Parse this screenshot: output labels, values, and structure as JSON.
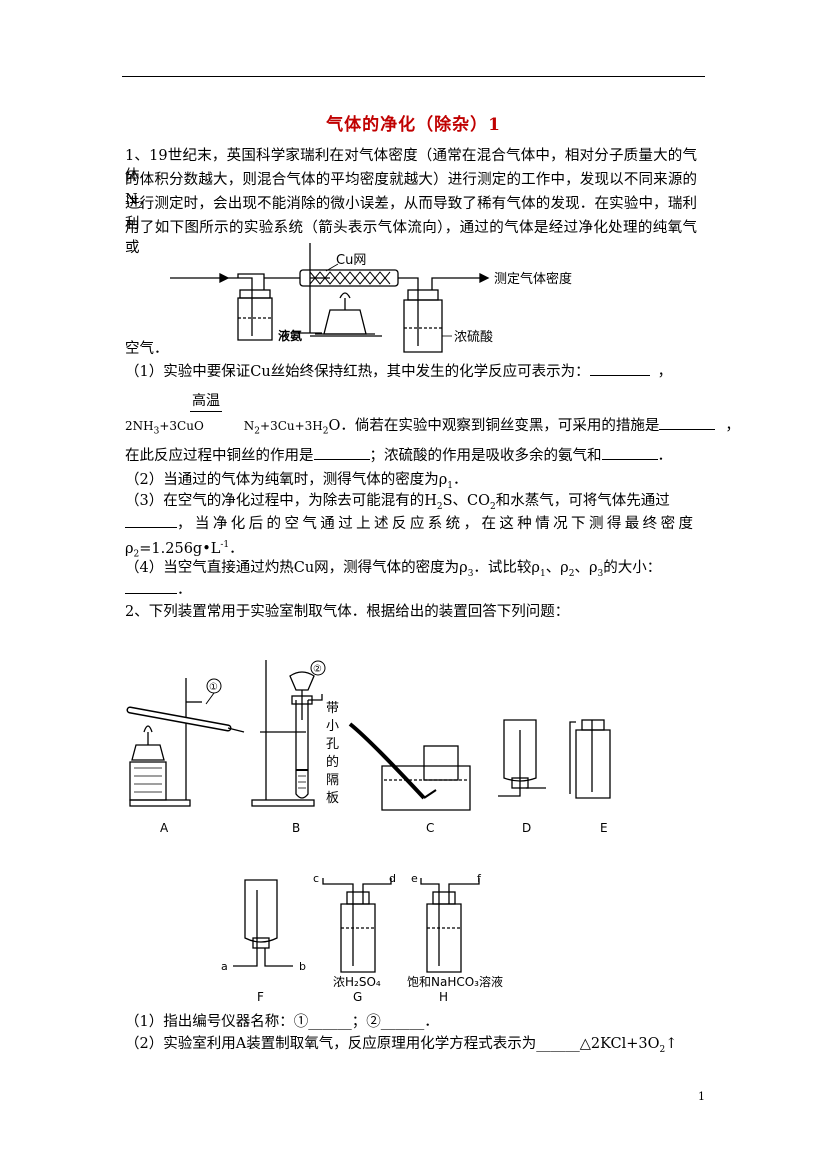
{
  "title": "气体的净化（除杂）1",
  "q1": {
    "l1": "1、19世纪末，英国科学家瑞利在对气体密度（通常在混合气体中，相对分子质量大的气体",
    "l2": "的体积分数越大，则混合气体的平均密度就越大）进行测定的工作中，发现以不同来源的N",
    "l2_sub": "2",
    "l3": "进行测定时，会出现不能消除的微小误差，从而导致了稀有气体的发现．在实验中，瑞利利",
    "l4": "用了如下图所示的实验系统（箭头表示气体流向），通过的气体是经过净化处理的纯氧气或",
    "l5": "空气．",
    "fig": {
      "cu_net": "Cu网",
      "liquid_ammonia": "液氨",
      "conc_h2so4": "浓硫酸",
      "measure_density": "测定气体密度"
    },
    "p1": "（1）实验中要保证Cu丝始终保持红热，其中发生的化学反应可表示为：",
    "p1_end": "，",
    "gaowen": "高温",
    "eq_left": "2NH",
    "eq_left_sub": "3",
    "eq_left2": "+3CuO",
    "eq_right": "N",
    "eq_right_sub1": "2",
    "eq_right2": "+3Cu+3H",
    "eq_right_sub2": "2",
    "eq_right3": "O．倘若在实验中观察到铜丝变黑，可采用的措施是",
    "eq_end": "，",
    "p1b_a": "在此反应过程中铜丝的作用是",
    "p1b_b": "；浓硫酸的作用是吸收多余的氨气和",
    "p1b_c": "．",
    "p2_a": "（2）当通过的气体为纯氧时，测得气体的密度为ρ",
    "p2_sub": "1",
    "p2_b": "．",
    "p3_a": "（3）在空气的净化过程中，为除去可能混有的H",
    "p3_sub1": "2",
    "p3_b": "S、CO",
    "p3_sub2": "2",
    "p3_c": "和水蒸气，可将气体先通过",
    "p3b": "，当净化后的空气通过上述反应系统，在这种情况下测得最终密度",
    "p3c_a": "ρ",
    "p3c_sub": "2",
    "p3c_b": "=1.256g•L",
    "p3c_sup": "-1",
    "p3c_c": "．",
    "p4_a": "（4）当空气直接通过灼热Cu网，测得气体的密度为ρ",
    "p4_sub": "3",
    "p4_b": "．试比较ρ",
    "p4_sub1": "1",
    "p4_c": "、ρ",
    "p4_sub2": "2",
    "p4_d": "、ρ",
    "p4_sub3": "3",
    "p4_e": "的大小：",
    "p4b": "．"
  },
  "q2": {
    "intro": "2、下列装置常用于实验室制取气体．根据给出的装置回答下列问题：",
    "fig": {
      "mark1": "①",
      "mark2": "②",
      "plate_label": [
        "带",
        "小",
        "孔",
        "的",
        "隔",
        "板"
      ],
      "labels": [
        "A",
        "B",
        "C",
        "D",
        "E",
        "F",
        "G",
        "H"
      ],
      "ports": [
        "a",
        "b",
        "c",
        "d",
        "e",
        "f"
      ],
      "g_liquid": "浓H₂SO₄",
      "h_liquid": "饱和NaHCO₃溶液"
    },
    "p1_a": "（1）指出编号仪器名称：①",
    "p1_b": "______",
    "p1_c": "；②",
    "p1_d": "______",
    "p1_e": "．",
    "p2_a": "（2）实验室利用A装置制取氧气，反应原理用化学方程式表",
    "p2_b": "示为",
    "p2_c": "______",
    "p2_d": "△2KCl+3O",
    "p2_sub": "2",
    "p2_e": "↑"
  },
  "page_number": "1"
}
